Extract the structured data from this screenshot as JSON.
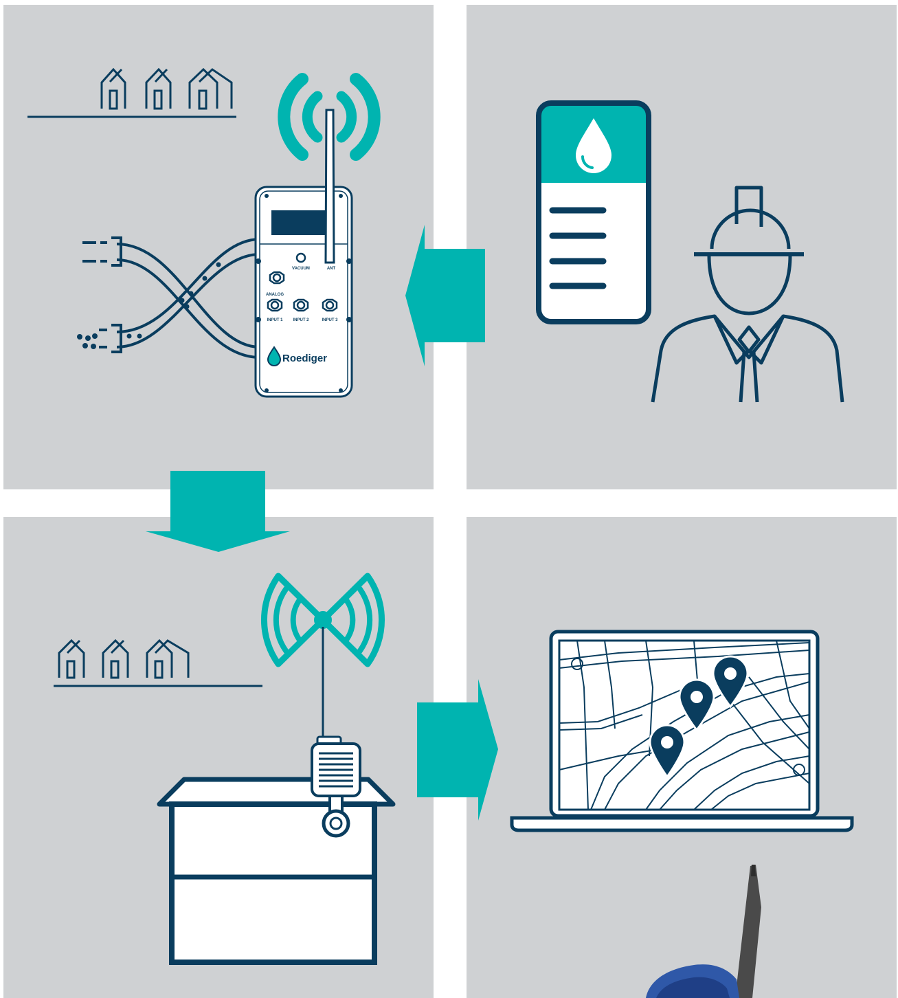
{
  "device": {
    "brand": "Roediger",
    "ports": {
      "vacuum": "VACUUM",
      "ant": "ANT",
      "analog": "ANALOG",
      "input1": "INPUT 1",
      "input2": "INPUT 2",
      "input3": "INPUT 3"
    }
  },
  "colors": {
    "panel": "#cfd1d3",
    "navy": "#0a3d5e",
    "teal": "#00b4b0",
    "white": "#ffffff"
  }
}
